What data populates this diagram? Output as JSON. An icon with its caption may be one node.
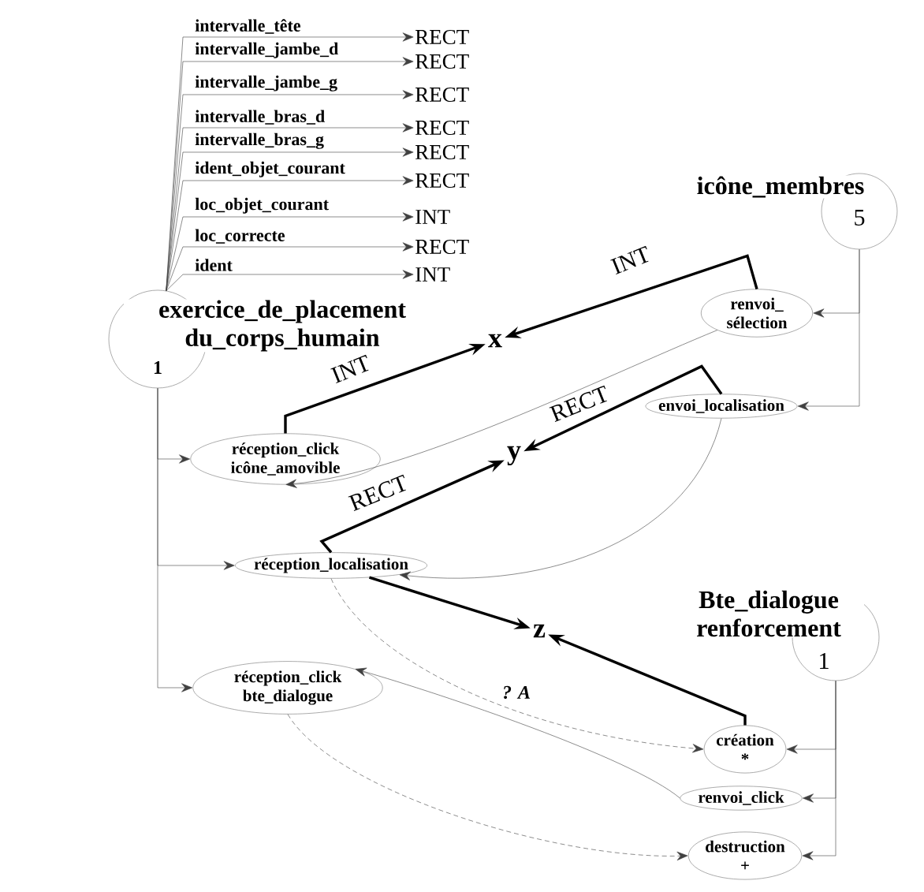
{
  "diagram": {
    "nodes": [
      {
        "text": [
          "exercice_de_placement du_corps_humain",
          "1"
        ]
      },
      {
        "text": [
          "RECT"
        ]
      },
      {
        "text": [
          "RECT"
        ]
      },
      {
        "text": [
          "RECT"
        ]
      },
      {
        "text": [
          "RECT"
        ]
      },
      {
        "text": [
          "RECT"
        ]
      },
      {
        "text": [
          "RECT"
        ]
      },
      {
        "text": [
          "INT"
        ]
      },
      {
        "text": [
          "RECT"
        ]
      },
      {
        "text": [
          "INT"
        ]
      },
      {
        "text": [
          "icône_membres",
          "5"
        ]
      },
      {
        "text": [
          "renvoi_ sélection"
        ]
      },
      {
        "text": [
          "envoi_localisation"
        ]
      },
      {
        "text": [
          "réception_click icône_amovible"
        ]
      },
      {
        "text": [
          "réception_localisation"
        ]
      },
      {
        "text": [
          "réception_click bte_dialogue"
        ]
      },
      {
        "text": [
          "x"
        ]
      },
      {
        "text": [
          "y"
        ]
      },
      {
        "text": [
          "z"
        ]
      },
      {
        "text": [
          "Bte_dialogue renforcement",
          "1"
        ]
      },
      {
        "text": [
          "création",
          "*"
        ]
      },
      {
        "text": [
          "renvoi_click"
        ]
      },
      {
        "text": [
          "destruction",
          "+"
        ]
      }
    ],
    "edges": [
      {
        "from": 0,
        "to": 1,
        "arrow": "to",
        "label": "intervalle_tête"
      },
      {
        "from": 0,
        "to": 2,
        "arrow": "to",
        "label": "intervalle_jambe_d"
      },
      {
        "from": 0,
        "to": 3,
        "arrow": "to",
        "label": "intervalle_jambe_g"
      },
      {
        "from": 0,
        "to": 4,
        "arrow": "to",
        "label": "intervalle_bras_d"
      },
      {
        "from": 0,
        "to": 5,
        "arrow": "to",
        "label": "intervalle_bras_g"
      },
      {
        "from": 0,
        "to": 6,
        "arrow": "to",
        "label": "ident_objet_courant"
      },
      {
        "from": 0,
        "to": 7,
        "arrow": "to",
        "label": "loc_objet_courant"
      },
      {
        "from": 0,
        "to": 8,
        "arrow": "to",
        "label": "loc_correcte"
      },
      {
        "from": 0,
        "to": 9,
        "arrow": "to",
        "label": "ident"
      },
      {
        "from": 0,
        "to": 13,
        "arrow": "to"
      },
      {
        "from": 0,
        "to": 14,
        "arrow": "to"
      },
      {
        "from": 0,
        "to": 15,
        "arrow": "to"
      },
      {
        "from": 10,
        "to": 11,
        "arrow": "to"
      },
      {
        "from": 10,
        "to": 12,
        "arrow": "to"
      },
      {
        "from": 19,
        "to": 20,
        "arrow": "to"
      },
      {
        "from": 19,
        "to": 21,
        "arrow": "to"
      },
      {
        "from": 19,
        "to": 22,
        "arrow": "to"
      },
      {
        "from": 13,
        "to": 16,
        "arrow": "to",
        "label": "INT",
        "style": "thick"
      },
      {
        "from": 11,
        "to": 16,
        "arrow": "to",
        "label": "INT",
        "style": "thick"
      },
      {
        "from": 14,
        "to": 17,
        "arrow": "to",
        "label": "RECT",
        "style": "thick"
      },
      {
        "from": 12,
        "to": 17,
        "arrow": "to",
        "label": "RECT",
        "style": "thick"
      },
      {
        "from": 14,
        "to": 18,
        "arrow": "to",
        "style": "thick"
      },
      {
        "from": 20,
        "to": 18,
        "arrow": "to",
        "style": "thick"
      },
      {
        "from": 11,
        "to": 13,
        "arrow": "to"
      },
      {
        "from": 12,
        "to": 14,
        "arrow": "to"
      },
      {
        "from": 14,
        "to": 20,
        "arrow": "to",
        "style": "dashed"
      },
      {
        "from": 21,
        "to": 15,
        "arrow": "to",
        "label": "? A"
      },
      {
        "from": 15,
        "to": 22,
        "arrow": "to",
        "style": "dashed"
      }
    ]
  }
}
